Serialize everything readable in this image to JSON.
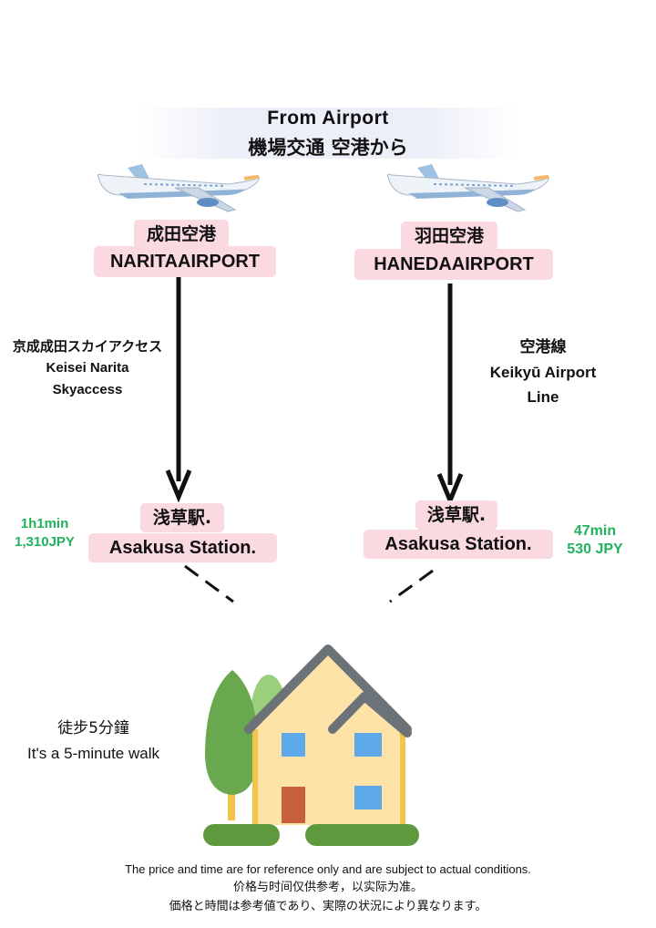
{
  "header": {
    "title_en": "From Airport",
    "title_jp": "機場交通 空港から"
  },
  "left": {
    "airport_jp": "成田空港",
    "airport_en": "NARITAAIRPORT",
    "route": [
      "京成成田スカイアクセス",
      "Keisei Narita",
      "Skyaccess"
    ],
    "station_jp": "浅草駅.",
    "station_en": "Asakusa Station.",
    "time": "1h1min",
    "price": "1,310JPY"
  },
  "right": {
    "airport_jp": "羽田空港",
    "airport_en": "HANEDAAIRPORT",
    "route": [
      "空港線",
      "Keikyū Airport",
      "Line"
    ],
    "station_jp": "浅草駅.",
    "station_en": "Asakusa Station.",
    "time": "47min",
    "price": "530 JPY"
  },
  "walk": {
    "jp": "徒步5分鐘",
    "en": "It's a 5-minute walk"
  },
  "notes": [
    "The price and time are for reference only and are subject to actual conditions.",
    "价格与时间仅供参考，以实际为准。",
    "価格と時間は参考値であり、実際の状況により異なります。"
  ],
  "icons": {
    "plane": "airplane-icon",
    "house": "house-icon",
    "tree": "tree-icon"
  }
}
